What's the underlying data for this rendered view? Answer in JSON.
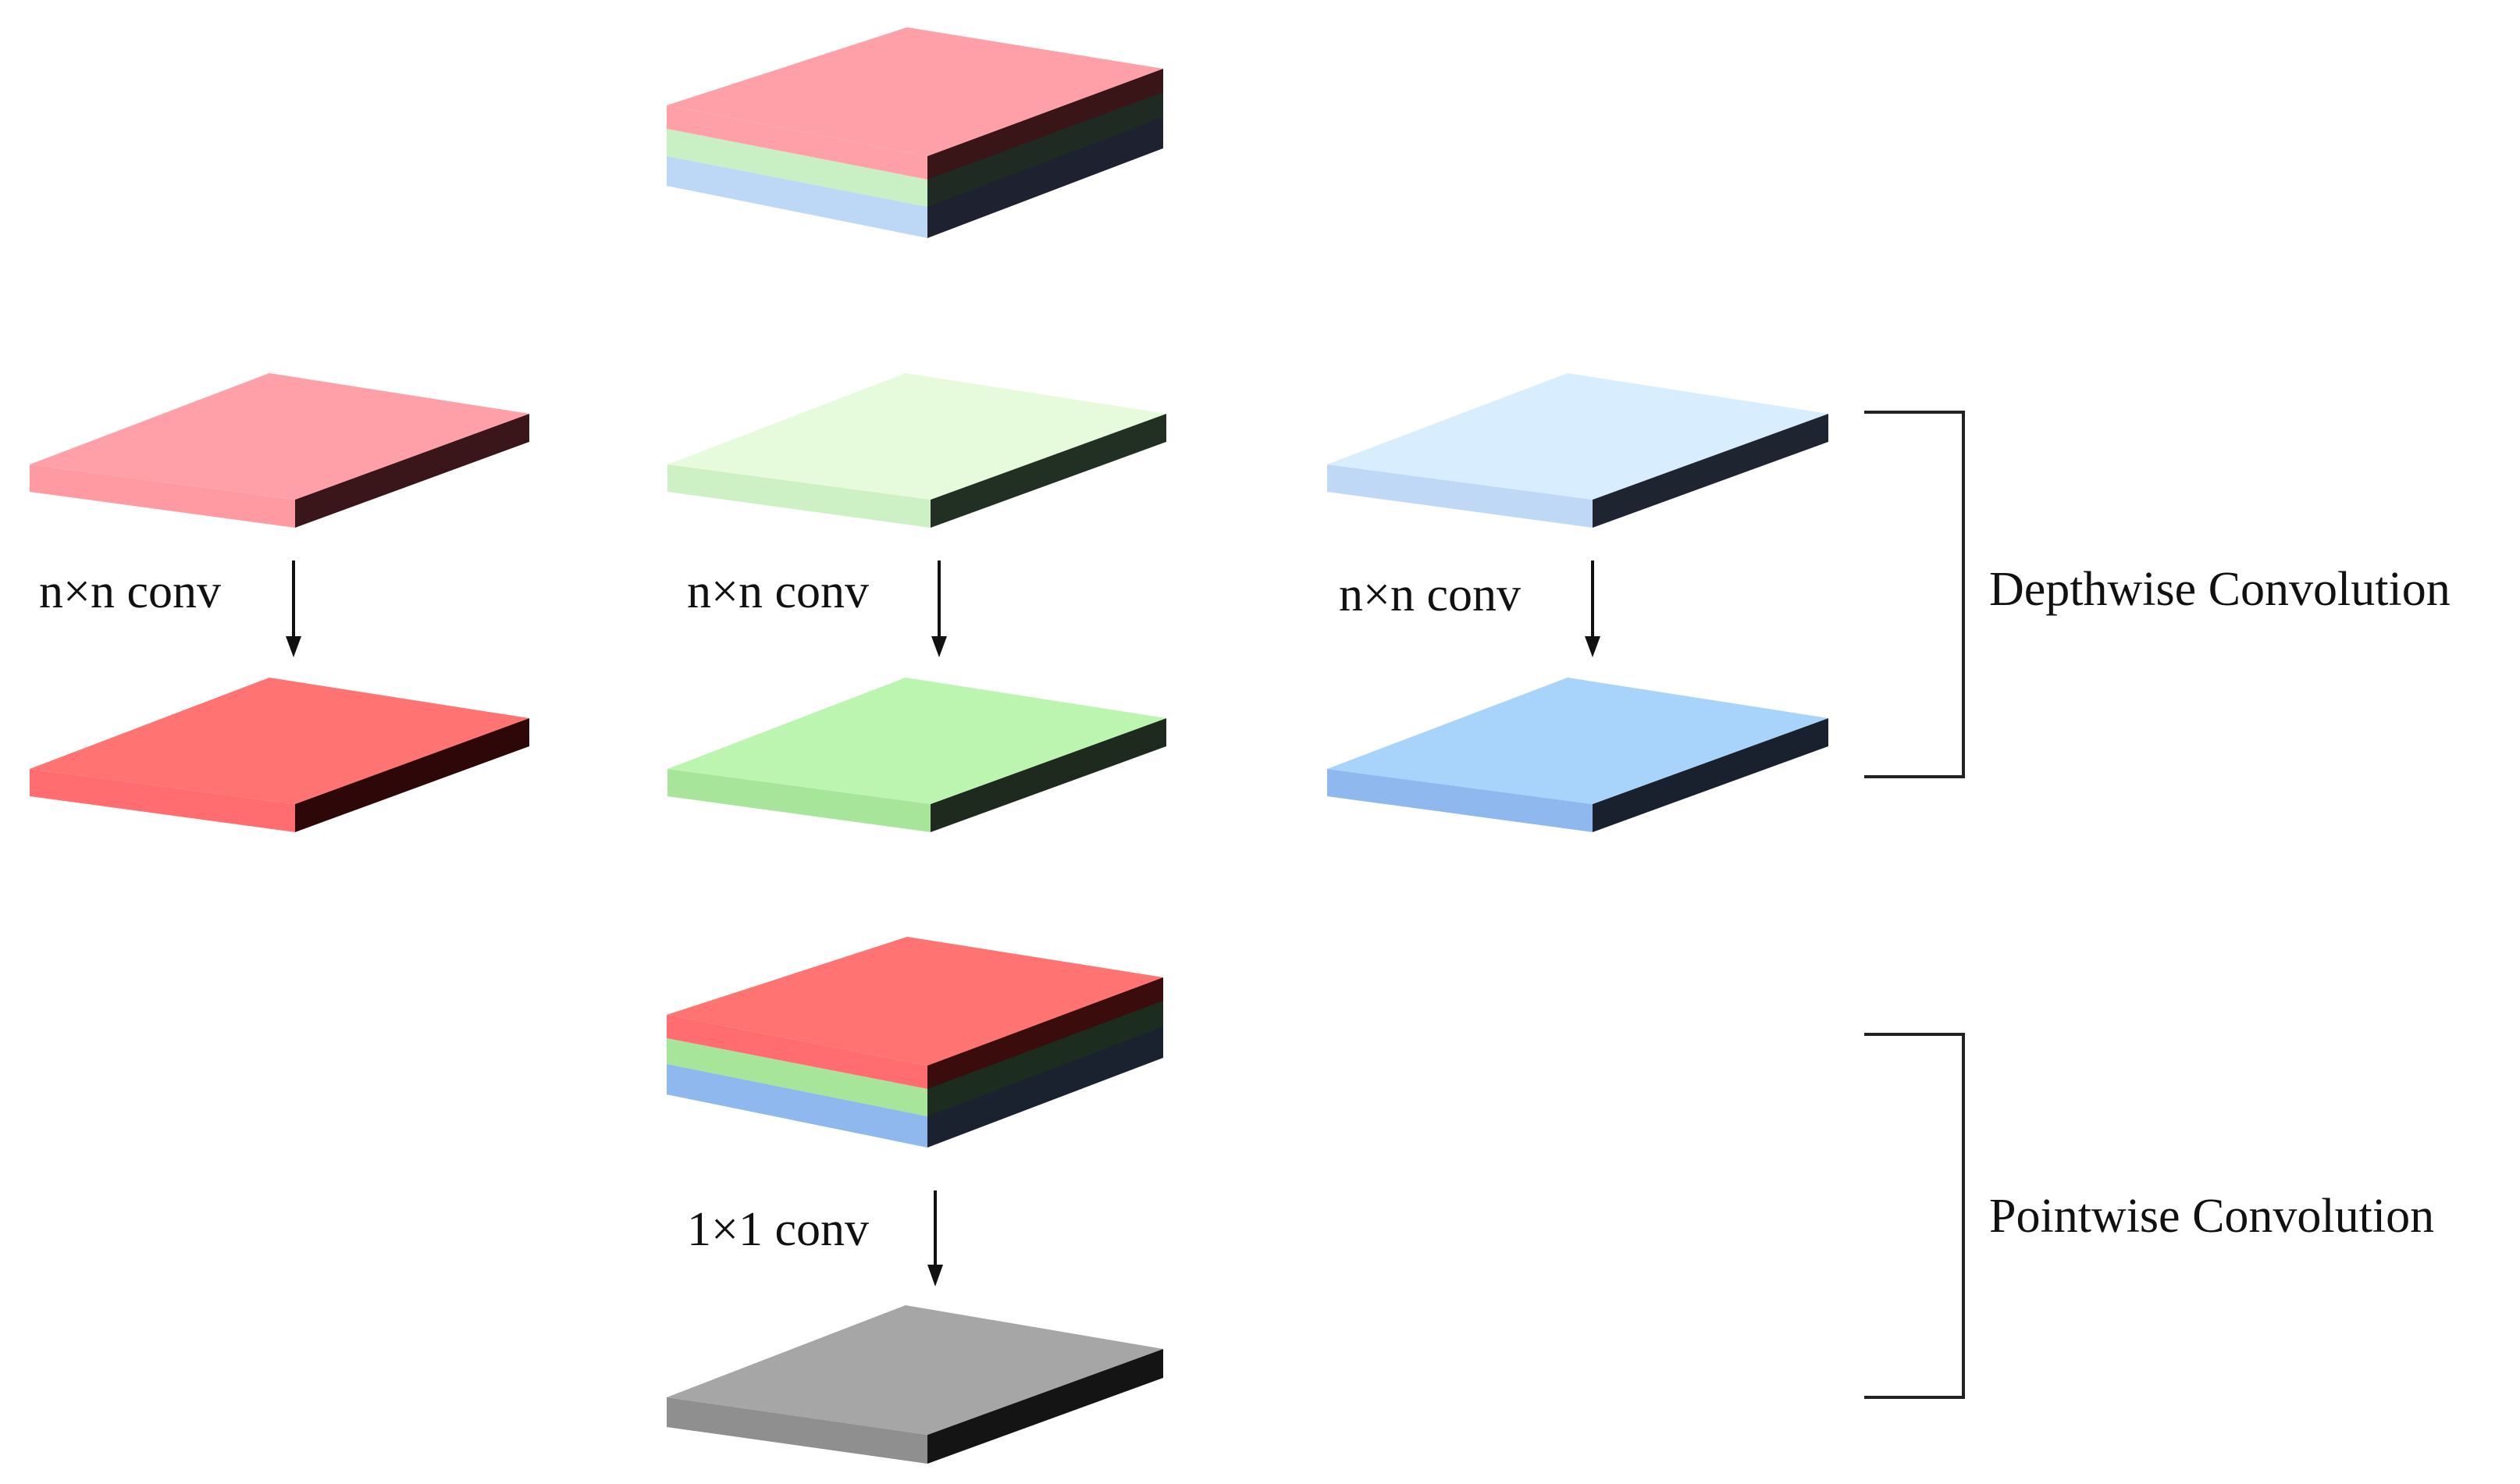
{
  "labels": {
    "conv_red": "n×n conv",
    "conv_green": "n×n conv",
    "conv_blue": "n×n conv",
    "conv_pointwise": "1×1 conv",
    "depthwise": "Depthwise Convolution",
    "pointwise": "Pointwise Convolution"
  },
  "colors": {
    "red_input": "#ffa0a8",
    "green_input": "#e6fbdc",
    "blue_input": "#d8edfd",
    "red_output": "#ff7373",
    "green_output": "#bcf5b0",
    "blue_output": "#a8d3fb",
    "gray_output": "#a6a6a6"
  }
}
